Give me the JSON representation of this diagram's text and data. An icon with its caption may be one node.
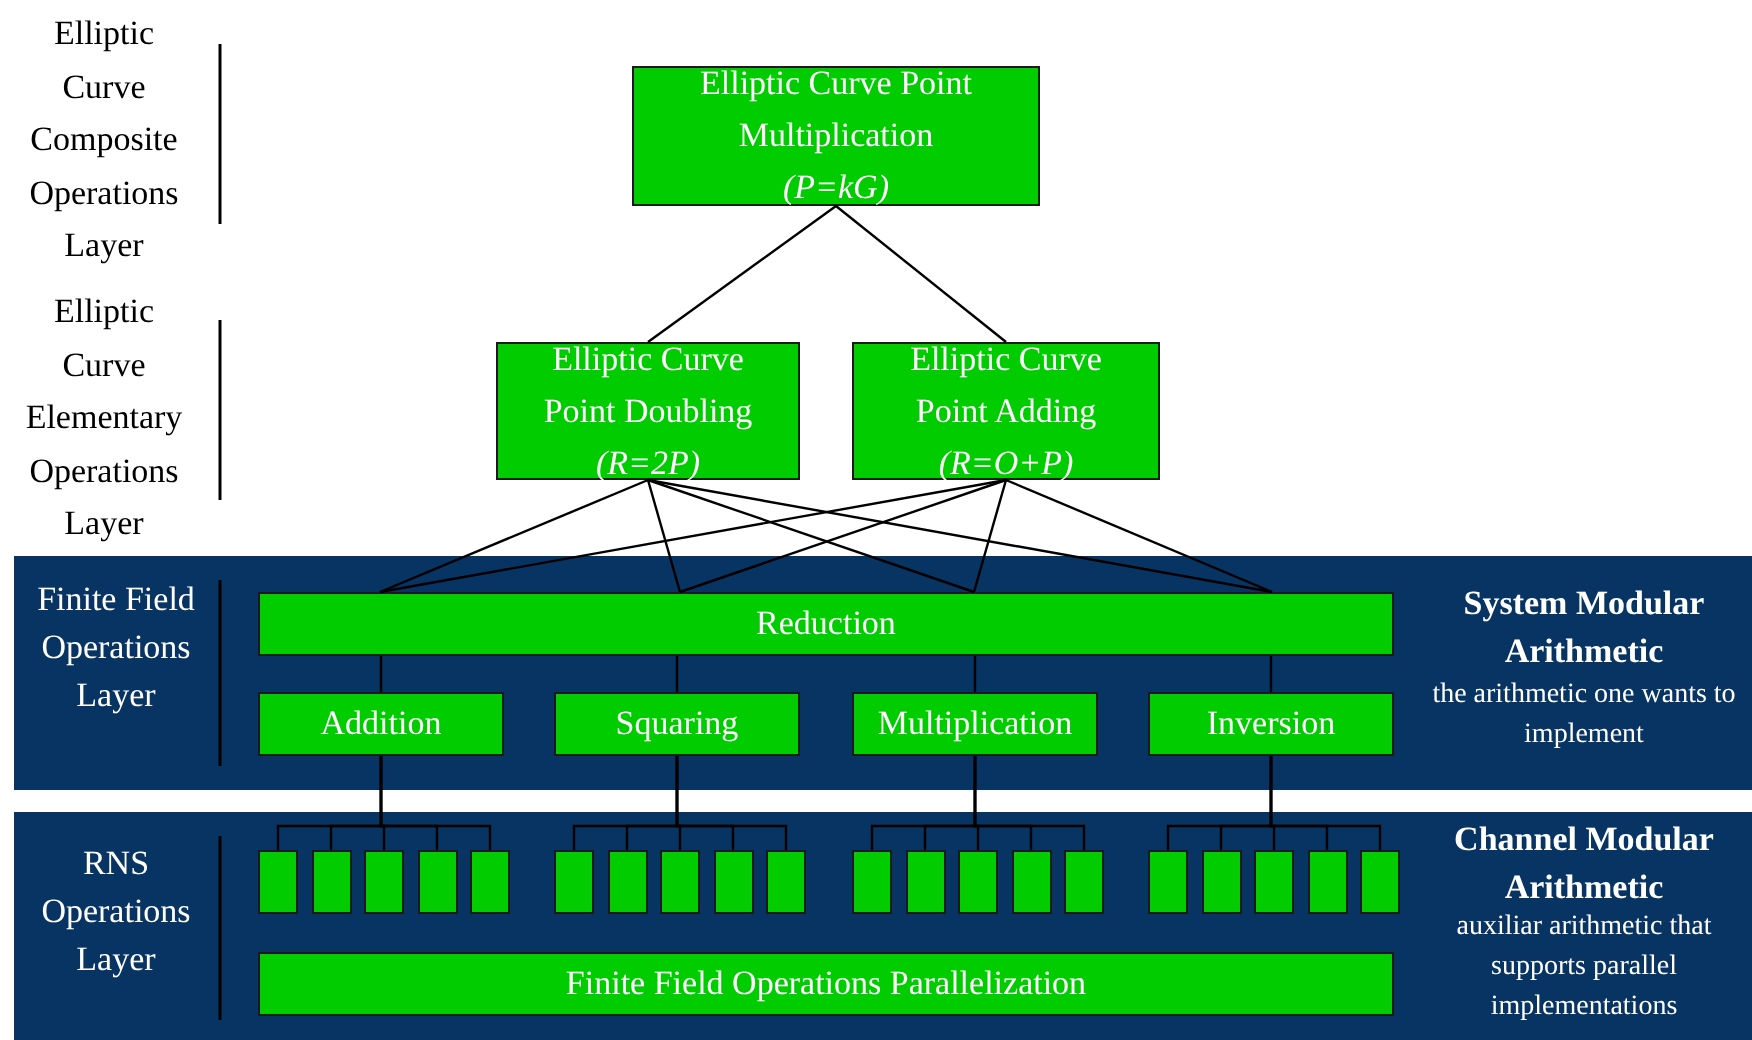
{
  "diagram": {
    "nodes": [
      {
        "text": [
          "Elliptic Curve Point Multiplication",
          "(P=kG)"
        ]
      },
      {
        "text": [
          "Elliptic Curve Point Doubling",
          "(R=2P)"
        ]
      },
      {
        "text": [
          "Elliptic Curve Point Adding",
          "(R=O+P)"
        ]
      },
      {
        "text": [
          "Finite Field Operations Layer",
          "System Modular Arithmetic",
          "the arithmetic one wants to implement"
        ]
      },
      {
        "text": [
          "Reduction"
        ],
        "in": 3
      },
      {
        "text": [
          "Addition"
        ],
        "in": 3
      },
      {
        "text": [
          "Squaring"
        ],
        "in": 3
      },
      {
        "text": [
          "Multiplication"
        ],
        "in": 3
      },
      {
        "text": [
          "Inversion"
        ],
        "in": 3
      },
      {
        "text": [
          "RNS Operations Layer",
          "Channel Modular Arithmetic",
          "auxiliar arithmetic that supports parallel implementations"
        ]
      },
      {
        "text": [],
        "shape": "box",
        "in": 9
      },
      {
        "text": [],
        "shape": "box",
        "in": 9
      },
      {
        "text": [],
        "shape": "box",
        "in": 9
      },
      {
        "text": [],
        "shape": "box",
        "in": 9
      },
      {
        "text": [],
        "shape": "box",
        "in": 9
      },
      {
        "text": [],
        "shape": "box",
        "in": 9
      },
      {
        "text": [],
        "shape": "box",
        "in": 9
      },
      {
        "text": [],
        "shape": "box",
        "in": 9
      },
      {
        "text": [],
        "shape": "box",
        "in": 9
      },
      {
        "text": [],
        "shape": "box",
        "in": 9
      },
      {
        "text": [],
        "shape": "box",
        "in": 9
      },
      {
        "text": [],
        "shape": "box",
        "in": 9
      },
      {
        "text": [],
        "shape": "box",
        "in": 9
      },
      {
        "text": [],
        "shape": "box",
        "in": 9
      },
      {
        "text": [],
        "shape": "box",
        "in": 9
      },
      {
        "text": [],
        "shape": "box",
        "in": 9
      },
      {
        "text": [],
        "shape": "box",
        "in": 9
      },
      {
        "text": [],
        "shape": "box",
        "in": 9
      },
      {
        "text": [],
        "shape": "box",
        "in": 9
      },
      {
        "text": [],
        "shape": "box",
        "in": 9
      },
      {
        "text": [
          "Finite Field Operations Parallelization"
        ],
        "in": 9
      }
    ],
    "edges": [
      {
        "from": 0,
        "to": 1,
        "arrow": "none"
      },
      {
        "from": 0,
        "to": 2,
        "arrow": "none"
      },
      {
        "from": 1,
        "to": 4,
        "arrow": "none"
      },
      {
        "from": 1,
        "to": 4,
        "arrow": "none"
      },
      {
        "from": 1,
        "to": 4,
        "arrow": "none"
      },
      {
        "from": 1,
        "to": 4,
        "arrow": "none"
      },
      {
        "from": 2,
        "to": 4,
        "arrow": "none"
      },
      {
        "from": 2,
        "to": 4,
        "arrow": "none"
      },
      {
        "from": 2,
        "to": 4,
        "arrow": "none"
      },
      {
        "from": 2,
        "to": 4,
        "arrow": "none"
      },
      {
        "from": 4,
        "to": 5,
        "arrow": "none"
      },
      {
        "from": 4,
        "to": 6,
        "arrow": "none"
      },
      {
        "from": 4,
        "to": 7,
        "arrow": "none"
      },
      {
        "from": 4,
        "to": 8,
        "arrow": "none"
      },
      {
        "from": 5,
        "to": 10,
        "arrow": "none"
      },
      {
        "from": 5,
        "to": 11,
        "arrow": "none"
      },
      {
        "from": 5,
        "to": 12,
        "arrow": "none"
      },
      {
        "from": 5,
        "to": 13,
        "arrow": "none"
      },
      {
        "from": 5,
        "to": 14,
        "arrow": "none"
      },
      {
        "from": 6,
        "to": 15,
        "arrow": "none"
      },
      {
        "from": 6,
        "to": 16,
        "arrow": "none"
      },
      {
        "from": 6,
        "to": 17,
        "arrow": "none"
      },
      {
        "from": 6,
        "to": 18,
        "arrow": "none"
      },
      {
        "from": 6,
        "to": 19,
        "arrow": "none"
      },
      {
        "from": 7,
        "to": 20,
        "arrow": "none"
      },
      {
        "from": 7,
        "to": 21,
        "arrow": "none"
      },
      {
        "from": 7,
        "to": 22,
        "arrow": "none"
      },
      {
        "from": 7,
        "to": 23,
        "arrow": "none"
      },
      {
        "from": 7,
        "to": 24,
        "arrow": "none"
      },
      {
        "from": 8,
        "to": 25,
        "arrow": "none"
      },
      {
        "from": 8,
        "to": 26,
        "arrow": "none"
      },
      {
        "from": 8,
        "to": 27,
        "arrow": "none"
      },
      {
        "from": 8,
        "to": 28,
        "arrow": "none"
      },
      {
        "from": 8,
        "to": 29,
        "arrow": "none"
      }
    ],
    "labels": [
      "Elliptic Curve Composite Operations Layer",
      "Elliptic Curve Elementary Operations Layer"
    ]
  }
}
